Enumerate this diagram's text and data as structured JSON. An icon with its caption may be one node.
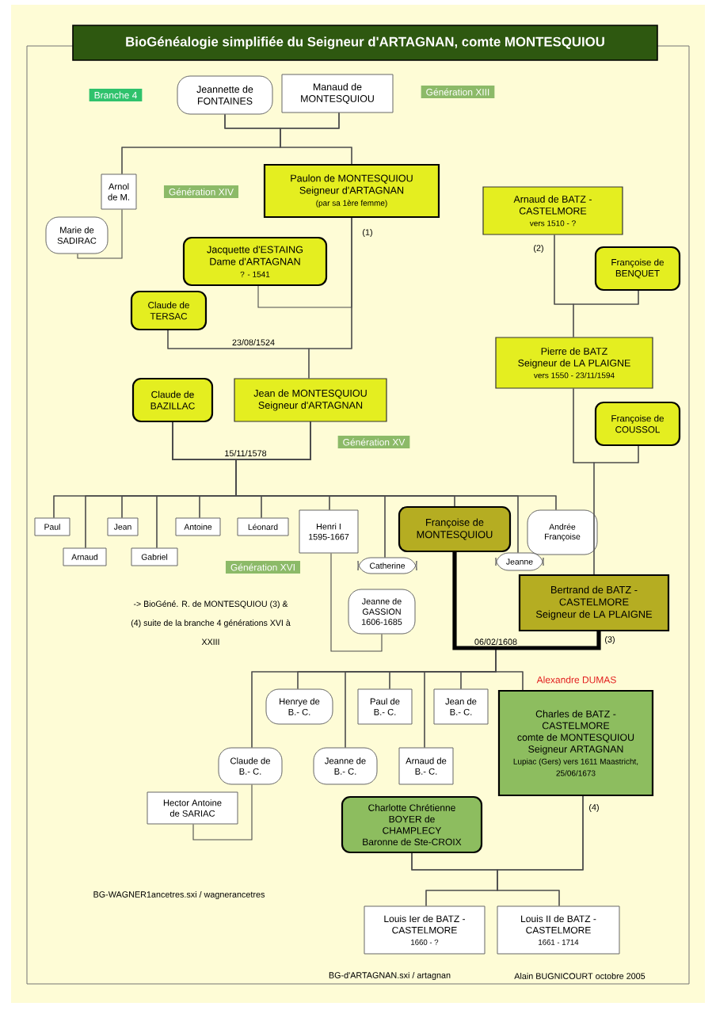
{
  "diagram": {
    "title": "BioGénéalogie simplifiée du Seigneur d'ARTAGNAN, comte MONTESQUIOU",
    "nodes": [
      {
        "text": [
          "Jeannette de FONTAINES"
        ]
      },
      {
        "text": [
          "Manaud de MONTESQUIOU"
        ]
      },
      {
        "text": [
          "Arnol de M."
        ]
      },
      {
        "text": [
          "Marie de SADIRAC"
        ]
      },
      {
        "text": [
          "Paulon de MONTESQUIOU",
          "Seigneur d'ARTAGNAN",
          "(par sa 1ère femme)"
        ]
      },
      {
        "text": [
          "Arnaud de BATZ - CASTELMORE",
          "vers 1510 - ?"
        ]
      },
      {
        "text": [
          "Jacquette d'ESTAING",
          "Dame d'ARTAGNAN",
          "? - 1541"
        ]
      },
      {
        "text": [
          "Françoise de BENQUET"
        ]
      },
      {
        "text": [
          "Claude de TERSAC"
        ]
      },
      {
        "text": [
          "Pierre de BATZ",
          "Seigneur de LA PLAIGNE",
          "vers 1550 - 23/11/1594"
        ]
      },
      {
        "text": [
          "Claude de BAZILLAC"
        ]
      },
      {
        "text": [
          "Jean de MONTESQUIOU",
          "Seigneur d'ARTAGNAN"
        ]
      },
      {
        "text": [
          "Françoise de COUSSOL"
        ]
      },
      {
        "text": [
          "Paul"
        ]
      },
      {
        "text": [
          "Jean"
        ]
      },
      {
        "text": [
          "Antoine"
        ]
      },
      {
        "text": [
          "Léonard"
        ]
      },
      {
        "text": [
          "Henri I",
          "1595-1667"
        ]
      },
      {
        "text": [
          "Françoise de MONTESQUIOU"
        ]
      },
      {
        "text": [
          "Andrée Françoise"
        ]
      },
      {
        "text": [
          "Arnaud"
        ]
      },
      {
        "text": [
          "Gabriel"
        ]
      },
      {
        "text": [
          "Catherine"
        ]
      },
      {
        "text": [
          "Jeanne"
        ]
      },
      {
        "text": [
          "Bertrand de BATZ - CASTELMORE",
          "Seigneur de LA PLAIGNE"
        ]
      },
      {
        "text": [
          "Jeanne de GASSION",
          "1606-1685"
        ]
      },
      {
        "text": [
          "Henrye de B.- C."
        ]
      },
      {
        "text": [
          "Paul de B.- C."
        ]
      },
      {
        "text": [
          "Jean de B.- C."
        ]
      },
      {
        "text": [
          "Charles de BATZ - CASTELMORE",
          "comte de MONTESQUIOU",
          "Seigneur ARTAGNAN",
          "Lupiac (Gers) vers 1611 Maastricht, 25/06/1673"
        ],
        "beside": [
          "Alexandre DUMAS"
        ]
      },
      {
        "text": [
          "Claude de B.- C."
        ]
      },
      {
        "text": [
          "Jeanne de B.- C."
        ]
      },
      {
        "text": [
          "Arnaud de B.- C."
        ]
      },
      {
        "text": [
          "Hector Antoine de SARIAC"
        ]
      },
      {
        "text": [
          "Charlotte Chrétienne BOYER de CHAMPLECY",
          "Baronne de Ste-CROIX"
        ]
      },
      {
        "text": [
          "Louis Ier de BATZ - CASTELMORE",
          "1660 - ?"
        ]
      },
      {
        "text": [
          "Louis II de BATZ - CASTELMORE",
          "1661 - 1714"
        ]
      }
    ],
    "edges": [
      {
        "from": 0,
        "to": 1,
        "arrow": "none"
      },
      {
        "from": 2,
        "to": 3,
        "arrow": "none"
      },
      {
        "from": 4,
        "to": 6,
        "arrow": "none"
      },
      {
        "from": 4,
        "to": 8,
        "arrow": "none",
        "label": "23/08/1524"
      },
      {
        "from": 5,
        "to": 7,
        "arrow": "none"
      },
      {
        "from": 9,
        "to": 12,
        "arrow": "none"
      },
      {
        "from": 10,
        "to": 11,
        "arrow": "none",
        "label": "15/11/1578"
      },
      {
        "from": 17,
        "to": 25,
        "arrow": "none"
      },
      {
        "from": 18,
        "to": 24,
        "arrow": "none",
        "label": "06/02/1608",
        "style": "thick"
      },
      {
        "from": 29,
        "to": 34,
        "arrow": "none"
      },
      {
        "from": 30,
        "to": 33,
        "arrow": "none"
      },
      {
        "from": 0,
        "to": 2,
        "arrow": "none"
      },
      {
        "from": 1,
        "to": 2,
        "arrow": "none"
      },
      {
        "from": 0,
        "to": 4,
        "arrow": "none"
      },
      {
        "from": 1,
        "to": 4,
        "arrow": "none"
      },
      {
        "from": 4,
        "to": 11,
        "arrow": "none"
      },
      {
        "from": 8,
        "to": 11,
        "arrow": "none"
      },
      {
        "from": 5,
        "to": 9,
        "arrow": "none"
      },
      {
        "from": 7,
        "to": 9,
        "arrow": "none"
      },
      {
        "from": 9,
        "to": 24,
        "arrow": "none"
      },
      {
        "from": 12,
        "to": 24,
        "arrow": "none"
      },
      {
        "from": 10,
        "to": 13,
        "arrow": "none"
      },
      {
        "from": 11,
        "to": 13,
        "arrow": "none"
      },
      {
        "from": 10,
        "to": 20,
        "arrow": "none"
      },
      {
        "from": 11,
        "to": 20,
        "arrow": "none"
      },
      {
        "from": 10,
        "to": 14,
        "arrow": "none"
      },
      {
        "from": 11,
        "to": 14,
        "arrow": "none"
      },
      {
        "from": 10,
        "to": 21,
        "arrow": "none"
      },
      {
        "from": 11,
        "to": 21,
        "arrow": "none"
      },
      {
        "from": 10,
        "to": 15,
        "arrow": "none"
      },
      {
        "from": 11,
        "to": 15,
        "arrow": "none"
      },
      {
        "from": 10,
        "to": 16,
        "arrow": "none"
      },
      {
        "from": 11,
        "to": 16,
        "arrow": "none"
      },
      {
        "from": 10,
        "to": 17,
        "arrow": "none"
      },
      {
        "from": 11,
        "to": 17,
        "arrow": "none"
      },
      {
        "from": 10,
        "to": 22,
        "arrow": "none"
      },
      {
        "from": 11,
        "to": 22,
        "arrow": "none"
      },
      {
        "from": 10,
        "to": 18,
        "arrow": "none"
      },
      {
        "from": 11,
        "to": 18,
        "arrow": "none"
      },
      {
        "from": 10,
        "to": 23,
        "arrow": "none"
      },
      {
        "from": 11,
        "to": 23,
        "arrow": "none"
      },
      {
        "from": 10,
        "to": 19,
        "arrow": "none"
      },
      {
        "from": 11,
        "to": 19,
        "arrow": "none"
      },
      {
        "from": 18,
        "to": 30,
        "arrow": "none"
      },
      {
        "from": 24,
        "to": 30,
        "arrow": "none"
      },
      {
        "from": 18,
        "to": 26,
        "arrow": "none"
      },
      {
        "from": 24,
        "to": 26,
        "arrow": "none"
      },
      {
        "from": 18,
        "to": 31,
        "arrow": "none"
      },
      {
        "from": 24,
        "to": 31,
        "arrow": "none"
      },
      {
        "from": 18,
        "to": 27,
        "arrow": "none"
      },
      {
        "from": 24,
        "to": 27,
        "arrow": "none"
      },
      {
        "from": 18,
        "to": 32,
        "arrow": "none"
      },
      {
        "from": 24,
        "to": 32,
        "arrow": "none"
      },
      {
        "from": 18,
        "to": 28,
        "arrow": "none"
      },
      {
        "from": 24,
        "to": 28,
        "arrow": "none"
      },
      {
        "from": 18,
        "to": 29,
        "arrow": "none"
      },
      {
        "from": 24,
        "to": 29,
        "arrow": "none"
      },
      {
        "from": 29,
        "to": 35,
        "arrow": "none"
      },
      {
        "from": 34,
        "to": 35,
        "arrow": "none"
      },
      {
        "from": 29,
        "to": 36,
        "arrow": "none"
      },
      {
        "from": 34,
        "to": 36,
        "arrow": "none"
      }
    ],
    "labels": [
      "Branche 4",
      "Génération XIII",
      "Génération XIV",
      "(1)",
      "(2)",
      "Génération XV",
      "Génération XVI",
      "-> BioGéné. R. de MONTESQUIOU (3) & (4) suite de la branche 4 générations XVI à XXIII",
      "(3)",
      "(4)",
      "BG-WAGNER1ancetres.sxi / wagnerancetres",
      "BG-d'ARTAGNAN.sxi / artagnan",
      "Alain BUGNICOURT octobre 2005"
    ]
  }
}
